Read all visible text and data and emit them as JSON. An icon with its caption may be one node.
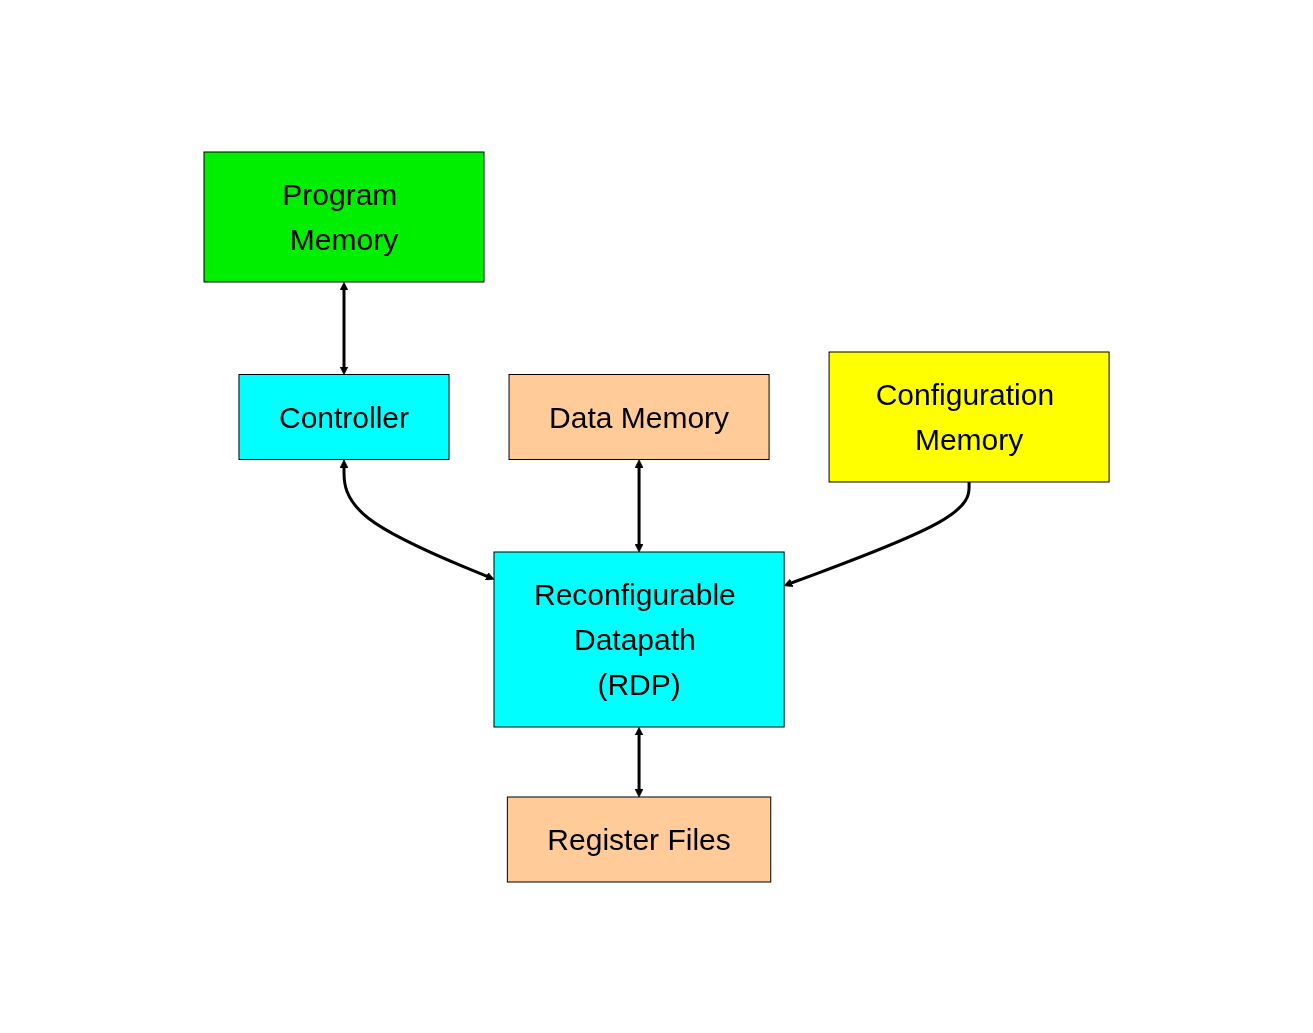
{
  "diagram": {
    "nodes": [
      {
        "text": [
          "Program Memory"
        ]
      },
      {
        "text": [
          "Controller"
        ]
      },
      {
        "text": [
          "Data Memory"
        ]
      },
      {
        "text": [
          "Reconfigurable Datapath (RDP)"
        ]
      },
      {
        "text": [
          "Register Files"
        ]
      },
      {
        "text": [
          "Configuration Memory"
        ]
      }
    ],
    "edges": [
      {
        "from": 0,
        "to": 1,
        "arrow": "both"
      },
      {
        "from": 1,
        "to": 3,
        "arrow": "both"
      },
      {
        "from": 2,
        "to": 3,
        "arrow": "both"
      },
      {
        "from": 3,
        "to": 4,
        "arrow": "both"
      },
      {
        "from": 5,
        "to": 3,
        "arrow": "to"
      }
    ]
  }
}
